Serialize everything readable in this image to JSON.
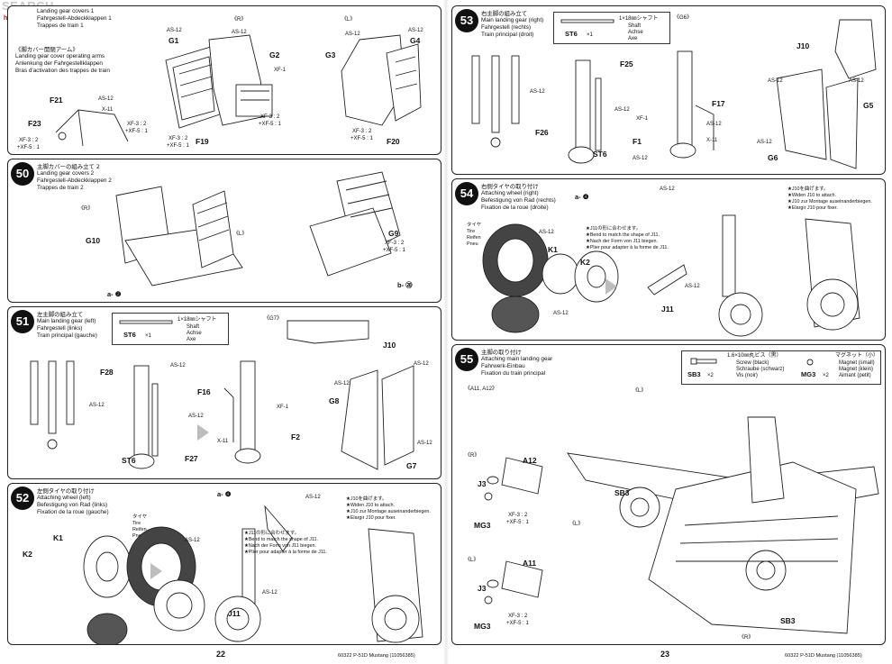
{
  "watermark": {
    "brand": "SEARCH",
    "site": "hao-shop"
  },
  "pages": {
    "left": {
      "number": "22",
      "footer": "60322  P-51D Mustang (11056385)"
    },
    "right": {
      "number": "23",
      "footer": "60322  P-51D Mustang (11056385)"
    }
  },
  "step49": {
    "titles": [
      "Landing gear covers 1",
      "Fahrgestell-Abdeckklappen 1",
      "Trappes de train 1"
    ],
    "sub_titles": [
      "《脚カバー開閉アーム》",
      "Landing gear cover operating arms",
      "Anlenkung der Fahrgestellklappen",
      "Bras d'activation des trappes de train"
    ],
    "labels": {
      "r": "《R》",
      "l": "《L》",
      "g1": "G1",
      "g2": "G2",
      "g3": "G3",
      "g4": "G4",
      "f19": "F19",
      "f20": "F20",
      "f21": "F21",
      "f23": "F23",
      "as12": "AS-12",
      "x11": "X-11",
      "xf1": "XF-1",
      "mix": "XF-3 : 2",
      "mix2": "+XF-5 : 1"
    }
  },
  "step50": {
    "num": "50",
    "titles": [
      "主脚カバーの組み立て 2",
      "Landing gear covers 2",
      "Fahrgestell-Abdeckklappen 2",
      "Trappes de train 2"
    ],
    "labels": {
      "r": "《R》",
      "l": "《L》",
      "g10": "G10",
      "g9": "G9",
      "a2": "a- ❷",
      "b20": "b- ⑳",
      "mix": "XF-3 : 2",
      "mix2": "+XF-5 : 1"
    }
  },
  "step51": {
    "num": "51",
    "titles": [
      "左主脚の組み立て",
      "Main landing gear (left)",
      "Fahrgestell (links)",
      "Train principal (gauche)"
    ],
    "part": {
      "name": "ST6",
      "qty": "×1",
      "desc": "1×18㎜シャフト",
      "desc_en": "Shaft",
      "desc_de": "Achse",
      "desc_fr": "Axe"
    },
    "labels": {
      "g7box": "《G7》",
      "f28": "F28",
      "f16": "F16",
      "f2": "F2",
      "f27": "F27",
      "st6": "ST6",
      "j10": "J10",
      "g8": "G8",
      "g7": "G7",
      "as12": "AS-12",
      "xf1": "XF-1",
      "x11": "X-11"
    }
  },
  "step52": {
    "num": "52",
    "titles": [
      "左側タイヤの取り付け",
      "Attaching wheel (left)",
      "Befestigung von Rad (links)",
      "Fixation de la roue (gauche)"
    ],
    "tire": [
      "タイヤ",
      "Tire",
      "Reifen",
      "Pneu"
    ],
    "notes": [
      "★J10を曲げます。",
      "★Widen J10 to attach.",
      "★J10 zur Montage auseinanderbiegen.",
      "★Elargir J10 pour fixer."
    ],
    "notes2": [
      "★J11の形に合わせます。",
      "★Bend to match the shape of J11.",
      "★Nach der Form von J11 biegen.",
      "★Plier pour adapter à la forme de J11."
    ],
    "labels": {
      "k1": "K1",
      "k2": "K2",
      "j11": "J11",
      "a4": "a- ❹",
      "as12": "AS-12"
    }
  },
  "step53": {
    "num": "53",
    "titles": [
      "右主脚の組み立て",
      "Main landing gear (right)",
      "Fahrgestell (rechts)",
      "Train principal (droit)"
    ],
    "part": {
      "name": "ST6",
      "qty": "×1",
      "desc": "1×18㎜シャフト",
      "desc_en": "Shaft",
      "desc_de": "Achse",
      "desc_fr": "Axe"
    },
    "labels": {
      "g6box": "《G6》",
      "f25": "F25",
      "f26": "F26",
      "st6": "ST6",
      "f17": "F17",
      "f1": "F1",
      "j10": "J10",
      "g5": "G5",
      "g6": "G6",
      "as12": "AS-12",
      "xf1": "XF-1",
      "x11": "X-11"
    }
  },
  "step54": {
    "num": "54",
    "titles": [
      "右側タイヤの取り付け",
      "Attaching wheel (right)",
      "Befestigung von Rad (rechts)",
      "Fixation de la roue (droite)"
    ],
    "tire": [
      "タイヤ",
      "Tire",
      "Reifen",
      "Pneu"
    ],
    "notes": [
      "★J10を曲げます。",
      "★Widen J10 to attach.",
      "★J10 zur Montage auseinanderbiegen.",
      "★Elargir J10 pour fixer."
    ],
    "notes2": [
      "★J11の形に合わせます。",
      "★Bend to match the shape of J11.",
      "★Nach der Form von J11 biegen.",
      "★Plier pour adapter à la forme de J11."
    ],
    "labels": {
      "k1": "K1",
      "k2": "K2",
      "j11": "J11",
      "a4": "a- ❹",
      "as12": "AS-12"
    }
  },
  "step55": {
    "num": "55",
    "titles": [
      "主脚の取り付け",
      "Attaching main landing gear",
      "Fahrwerk-Einbau",
      "Fixation du train principal"
    ],
    "parts": [
      {
        "name": "SB3",
        "qty": "×2",
        "desc": "1.6×10㎜丸ビス（黒）",
        "l1": "Screw (black)",
        "l2": "Schraube (schwarz)",
        "l3": "Vis (noir)"
      },
      {
        "name": "MG3",
        "qty": "×2",
        "desc": "マグネット（小）",
        "l1": "Magnet (small)",
        "l2": "Magnet (klein)",
        "l3": "Aimant (petit)"
      }
    ],
    "labels": {
      "a11a12": "《A11, A12》",
      "r": "《R》",
      "l": "《L》",
      "a12": "A12",
      "a11": "A11",
      "j3": "J3",
      "mg3": "MG3",
      "sb3": "SB3",
      "mix": "XF-3 : 2",
      "mix2": "+XF-5 : 1"
    }
  }
}
